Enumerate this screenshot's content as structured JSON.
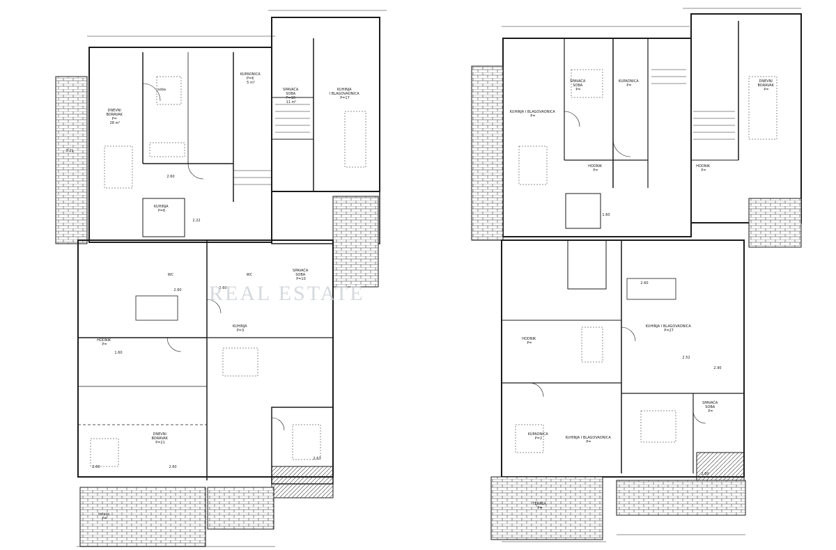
{
  "watermark": {
    "text": "REAL ESTATE"
  },
  "colors": {
    "ink": "#1a1a1a",
    "hatch": "#333333",
    "watermark": "#c8cdd3",
    "background": "#ffffff"
  },
  "left_plan": {
    "rooms": [
      {
        "id": "dnevni-boravak-top",
        "lines": [
          "DNEVNI",
          "BORAVAK",
          "P=",
          "28 m²"
        ]
      },
      {
        "id": "soba-top",
        "lines": [
          "soba"
        ]
      },
      {
        "id": "spavaca-soba-top",
        "lines": [
          "SPAVAĆA",
          "SOBA",
          "P=10",
          "11 m²"
        ]
      },
      {
        "id": "kupaonica-top",
        "lines": [
          "KUPAONICA",
          "P=6",
          "5 m²"
        ]
      },
      {
        "id": "kuhinja-top",
        "lines": [
          "KUHINJA",
          "I BLAGOVAONICA",
          "P=17"
        ]
      },
      {
        "id": "kuhinja-mid",
        "lines": [
          "KUHINJA",
          "P=6"
        ]
      },
      {
        "id": "wc-left",
        "lines": [
          "WC"
        ]
      },
      {
        "id": "wc-right",
        "lines": [
          "WC"
        ]
      },
      {
        "id": "spavaca-soba-mid",
        "lines": [
          "SPAVAĆA",
          "SOBA",
          "P=10"
        ]
      },
      {
        "id": "hodnik-left",
        "lines": [
          "HODNIK",
          "P="
        ]
      },
      {
        "id": "dnevni-boravak-bottom",
        "lines": [
          "DNEVNI",
          "BORAVAK",
          "P=21"
        ]
      },
      {
        "id": "kuhinja-bottom",
        "lines": [
          "KUHINJA",
          "P=3"
        ]
      },
      {
        "id": "terasa-left",
        "lines": [
          "terasa",
          "P="
        ]
      }
    ],
    "dims": [
      "2.60",
      "2.60",
      "3.21",
      "2.22",
      "2.60",
      "1.60",
      "2.67",
      "2.60",
      "2.60"
    ]
  },
  "right_plan": {
    "rooms": [
      {
        "id": "spavaca-soba-r1",
        "lines": [
          "SPAVAĆA",
          "SOBA",
          "P="
        ]
      },
      {
        "id": "kupaonica-r1",
        "lines": [
          "KUPAONICA",
          "P="
        ]
      },
      {
        "id": "dnevni-boravak-r1",
        "lines": [
          "DNEVNI",
          "BORAVAK",
          "P="
        ]
      },
      {
        "id": "kuhinja-blagovaonica-r1",
        "lines": [
          "KUHINJA I BLAGOVAONICA",
          "P="
        ]
      },
      {
        "id": "hodnik-r1",
        "lines": [
          "HODNIK",
          "P="
        ]
      },
      {
        "id": "hodnik-r2",
        "lines": [
          "HODNIK",
          "P="
        ]
      },
      {
        "id": "kuhinja-blagovaonica-r2",
        "lines": [
          "KUHINJA I BLAGOVAONICA",
          "P=27"
        ]
      },
      {
        "id": "spavaca-soba-r2",
        "lines": [
          "SPAVAĆA",
          "SOBA",
          "P="
        ]
      },
      {
        "id": "kuhinja-blagovaonica-r3",
        "lines": [
          "KUHINJA I BLAGOVAONICA",
          "P="
        ]
      },
      {
        "id": "kupaonica-r2",
        "lines": [
          "KUPAONICA",
          "P=2"
        ]
      },
      {
        "id": "hodnik-r3",
        "lines": [
          "HODNIK",
          "P="
        ]
      },
      {
        "id": "terasa-r1",
        "lines": [
          "TERASA",
          "P="
        ]
      }
    ],
    "dims": [
      "2.90",
      "1.60",
      "2.60",
      "2.52",
      "2.60"
    ]
  }
}
